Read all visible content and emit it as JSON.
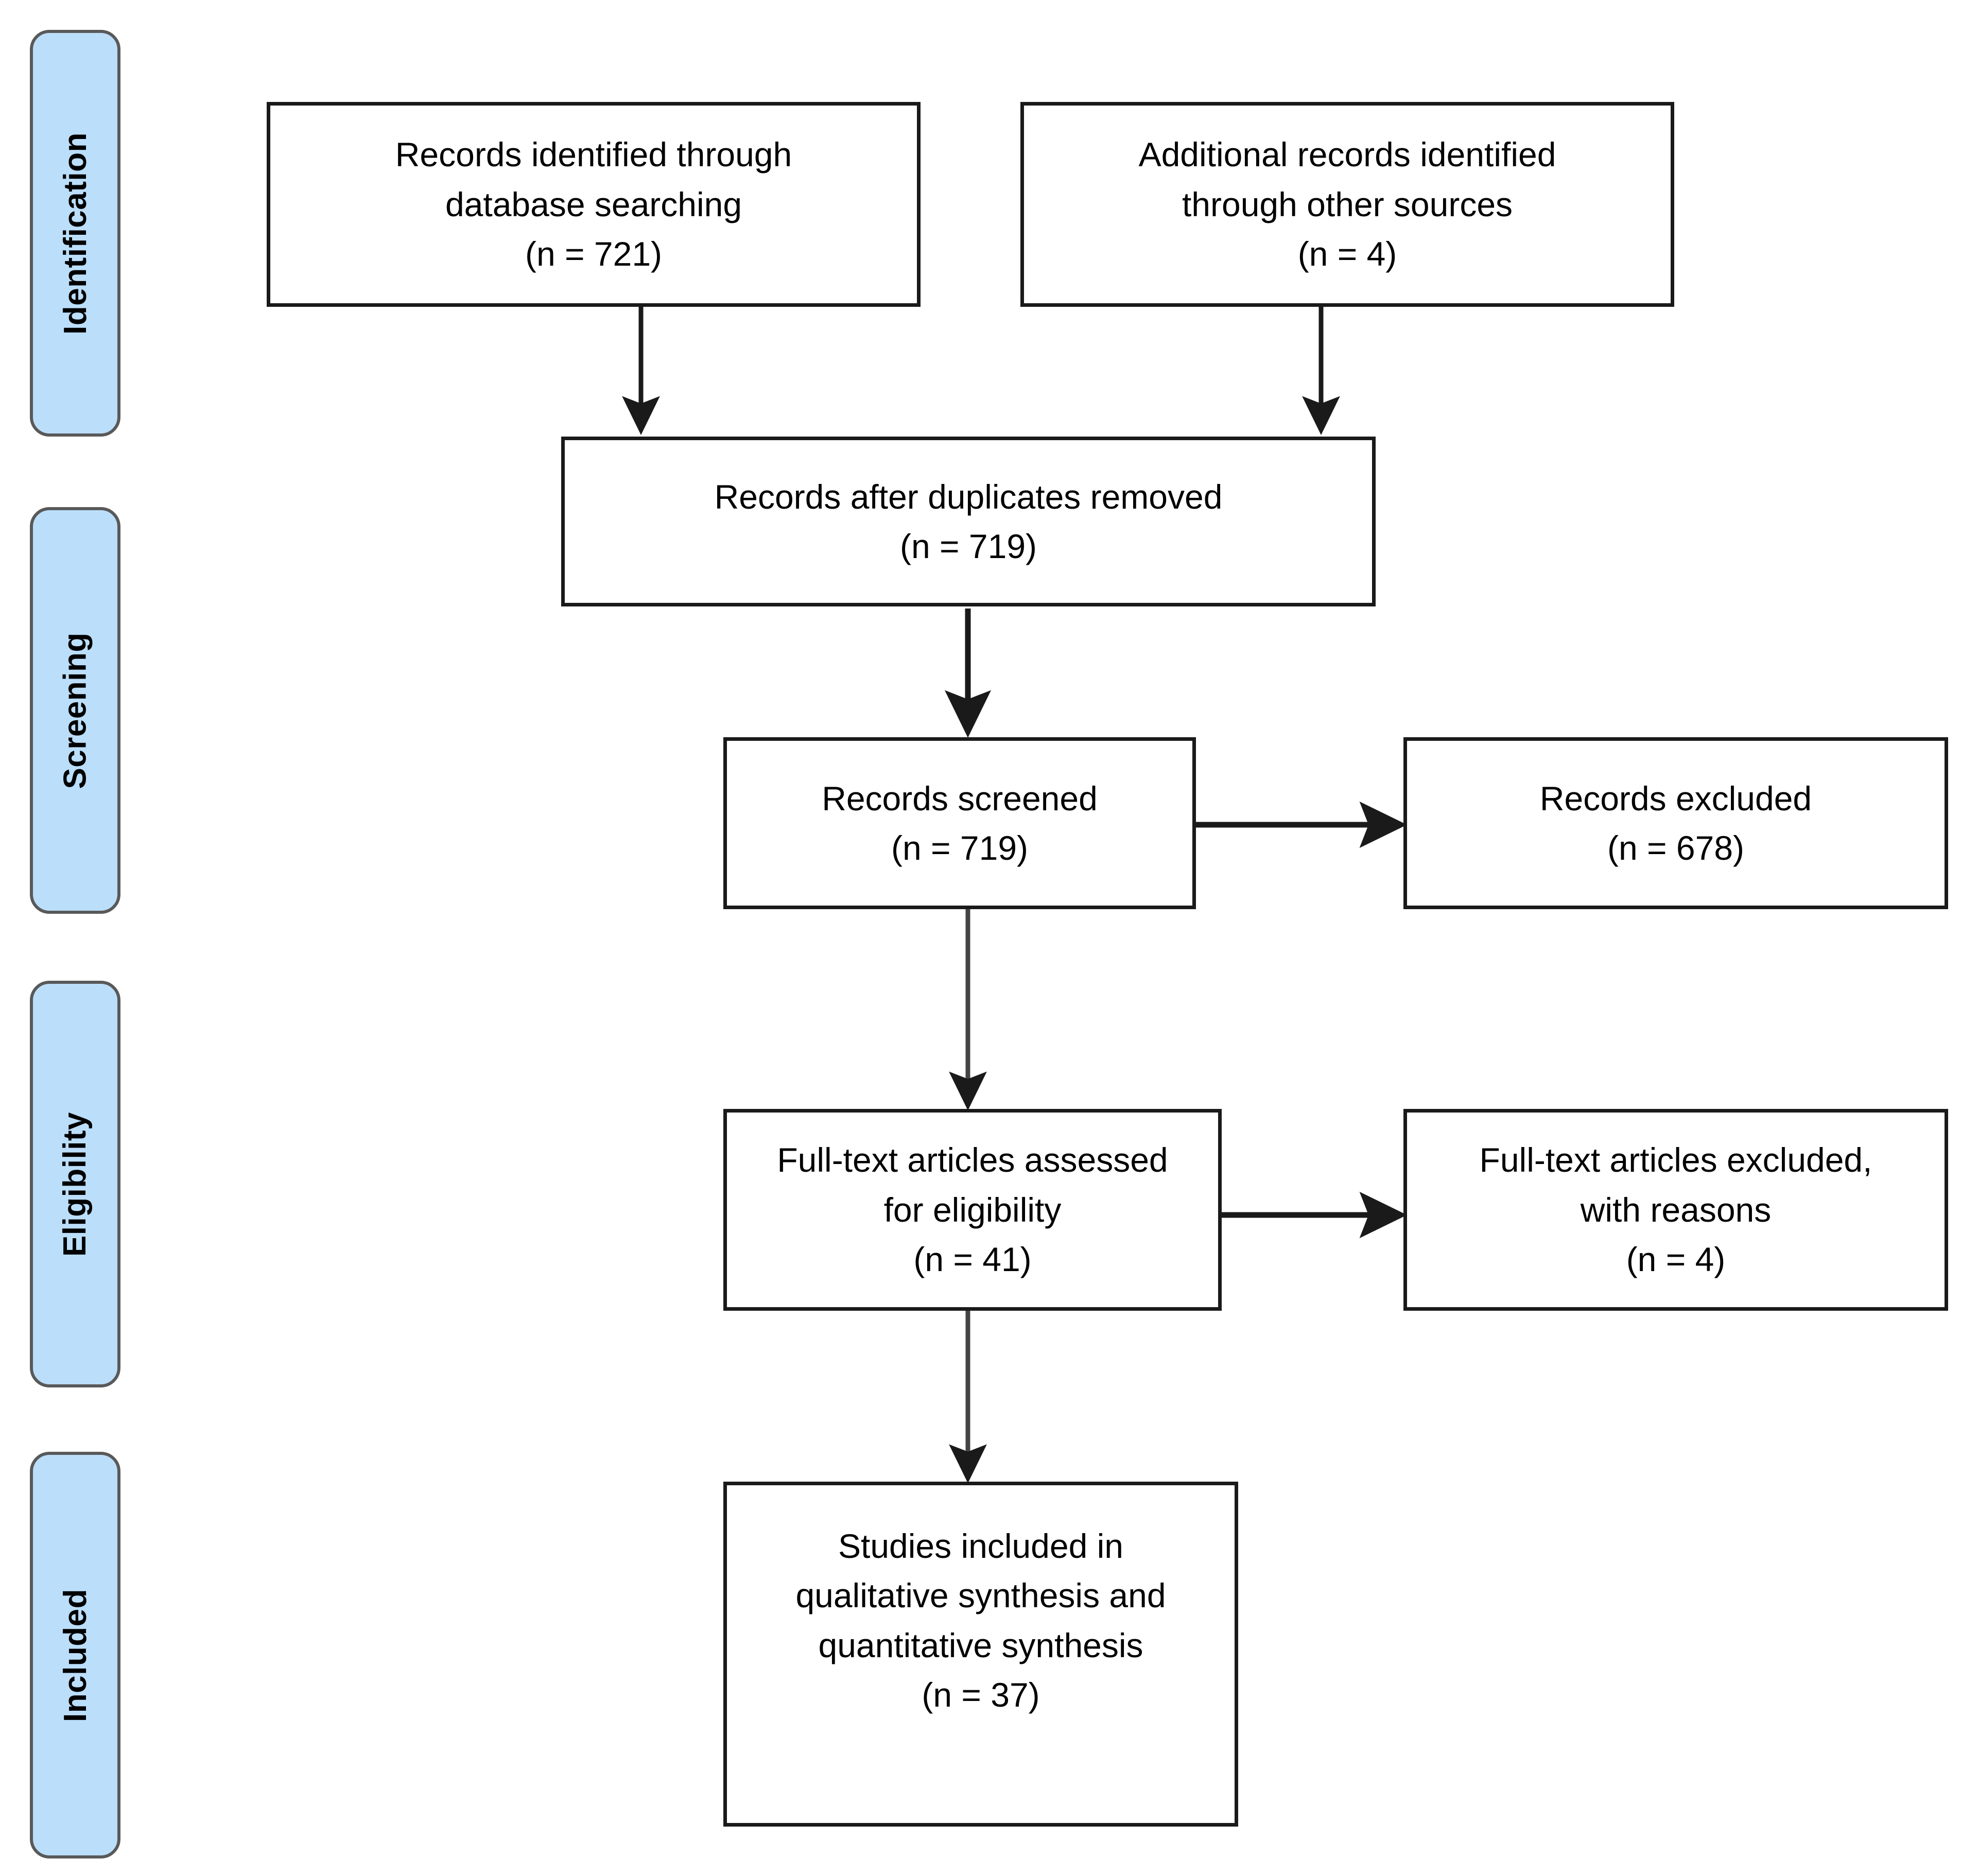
{
  "diagram": {
    "type": "prisma-flow-diagram",
    "accent_color": "#bbdefb",
    "tab_border_color": "#595959",
    "box_border_color": "#1a1a1a",
    "background": "#ffffff"
  },
  "stages": [
    {
      "id": "identification",
      "label": "Identification"
    },
    {
      "id": "screening",
      "label": "Screening"
    },
    {
      "id": "eligibility",
      "label": "Eligibility"
    },
    {
      "id": "included",
      "label": "Included"
    }
  ],
  "boxes": {
    "records_identified": {
      "lines": [
        "Records identified through",
        "database searching",
        "(n = 721)"
      ]
    },
    "additional_records": {
      "lines": [
        "Additional records identified",
        "through other sources",
        "(n = 4)"
      ]
    },
    "duplicates_removed": {
      "lines": [
        "Records after duplicates removed",
        "(n = 719)"
      ]
    },
    "records_screened": {
      "lines": [
        "Records screened",
        "(n = 719)"
      ]
    },
    "records_excluded": {
      "lines": [
        "Records excluded",
        "(n = 678)"
      ]
    },
    "fulltext_assessed": {
      "lines": [
        "Full-text articles assessed",
        "for eligibility",
        "(n = 41)"
      ]
    },
    "fulltext_excluded": {
      "lines": [
        "Full-text articles excluded,",
        "with reasons",
        "(n = 4)"
      ]
    },
    "studies_included": {
      "lines": [
        "Studies included in",
        "qualitative synthesis and",
        "quantitative synthesis",
        "(n = 37)"
      ]
    }
  },
  "chart_data": {
    "type": "diagram",
    "title": "PRISMA flow diagram",
    "nodes": [
      {
        "id": "records_identified",
        "stage": "Identification",
        "label": "Records identified through database searching",
        "n": 721
      },
      {
        "id": "additional_records",
        "stage": "Identification",
        "label": "Additional records identified through other sources",
        "n": 4
      },
      {
        "id": "duplicates_removed",
        "stage": "Screening",
        "label": "Records after duplicates removed",
        "n": 719
      },
      {
        "id": "records_screened",
        "stage": "Screening",
        "label": "Records screened",
        "n": 719
      },
      {
        "id": "records_excluded",
        "stage": "Screening",
        "label": "Records excluded",
        "n": 678
      },
      {
        "id": "fulltext_assessed",
        "stage": "Eligibility",
        "label": "Full-text articles assessed for eligibility",
        "n": 41
      },
      {
        "id": "fulltext_excluded",
        "stage": "Eligibility",
        "label": "Full-text articles excluded, with reasons",
        "n": 4
      },
      {
        "id": "studies_included",
        "stage": "Included",
        "label": "Studies included in qualitative synthesis and quantitative synthesis",
        "n": 37
      }
    ],
    "edges": [
      {
        "from": "records_identified",
        "to": "duplicates_removed",
        "direction": "down"
      },
      {
        "from": "additional_records",
        "to": "duplicates_removed",
        "direction": "down"
      },
      {
        "from": "duplicates_removed",
        "to": "records_screened",
        "direction": "down"
      },
      {
        "from": "records_screened",
        "to": "records_excluded",
        "direction": "right"
      },
      {
        "from": "records_screened",
        "to": "fulltext_assessed",
        "direction": "down"
      },
      {
        "from": "fulltext_assessed",
        "to": "fulltext_excluded",
        "direction": "right"
      },
      {
        "from": "fulltext_assessed",
        "to": "studies_included",
        "direction": "down"
      }
    ]
  }
}
